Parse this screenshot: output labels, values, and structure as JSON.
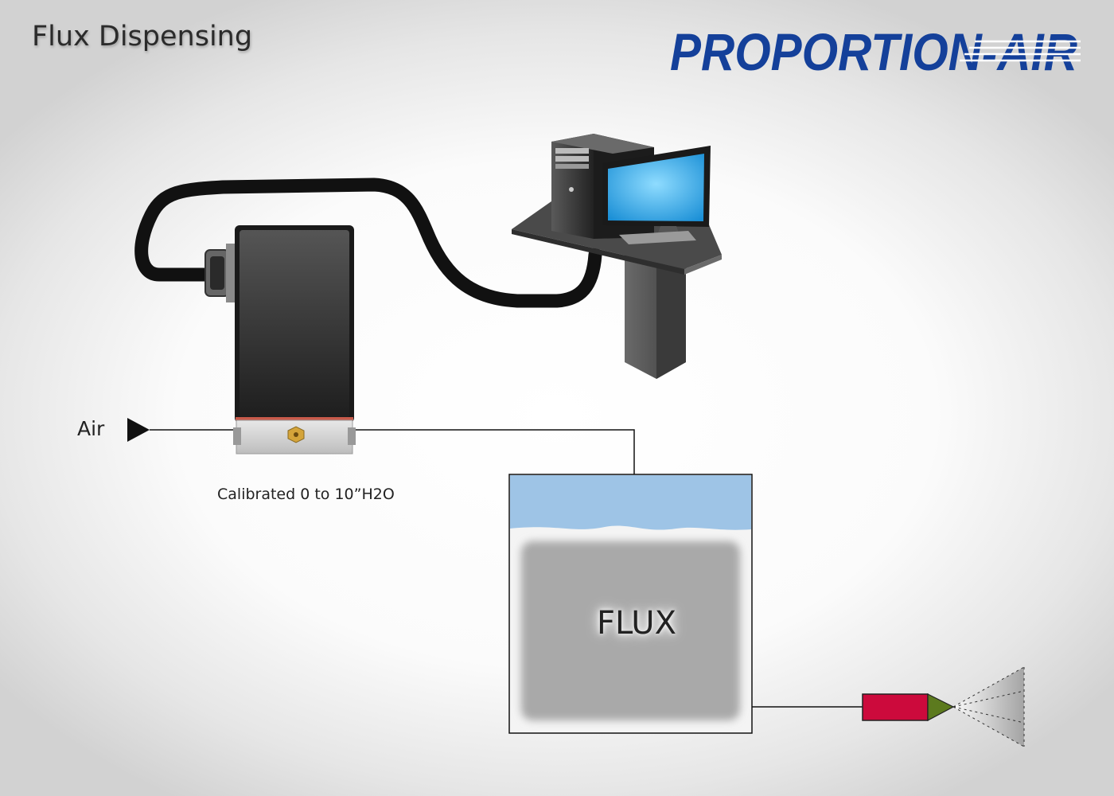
{
  "header": {
    "title": "Flux Dispensing",
    "logo_text": "PROPORTION-AIR"
  },
  "labels": {
    "air": "Air",
    "calibration": "Calibrated 0 to 10”H2O",
    "tank_contents": "FLUX"
  },
  "colors": {
    "logo_blue": "#14409a",
    "tank_liquid_top": "#9ec4e6",
    "tank_flux": "#a9a9a9",
    "nozzle_red": "#cc0a3c",
    "nozzle_tip_green": "#5c7a1e",
    "regulator_body": "#3a3a3a",
    "monitor_screen": "#3fb6f0"
  },
  "icons": [
    "regulator-icon",
    "computer-tower-icon",
    "monitor-icon",
    "spray-nozzle-icon",
    "air-inlet-arrow-icon"
  ]
}
